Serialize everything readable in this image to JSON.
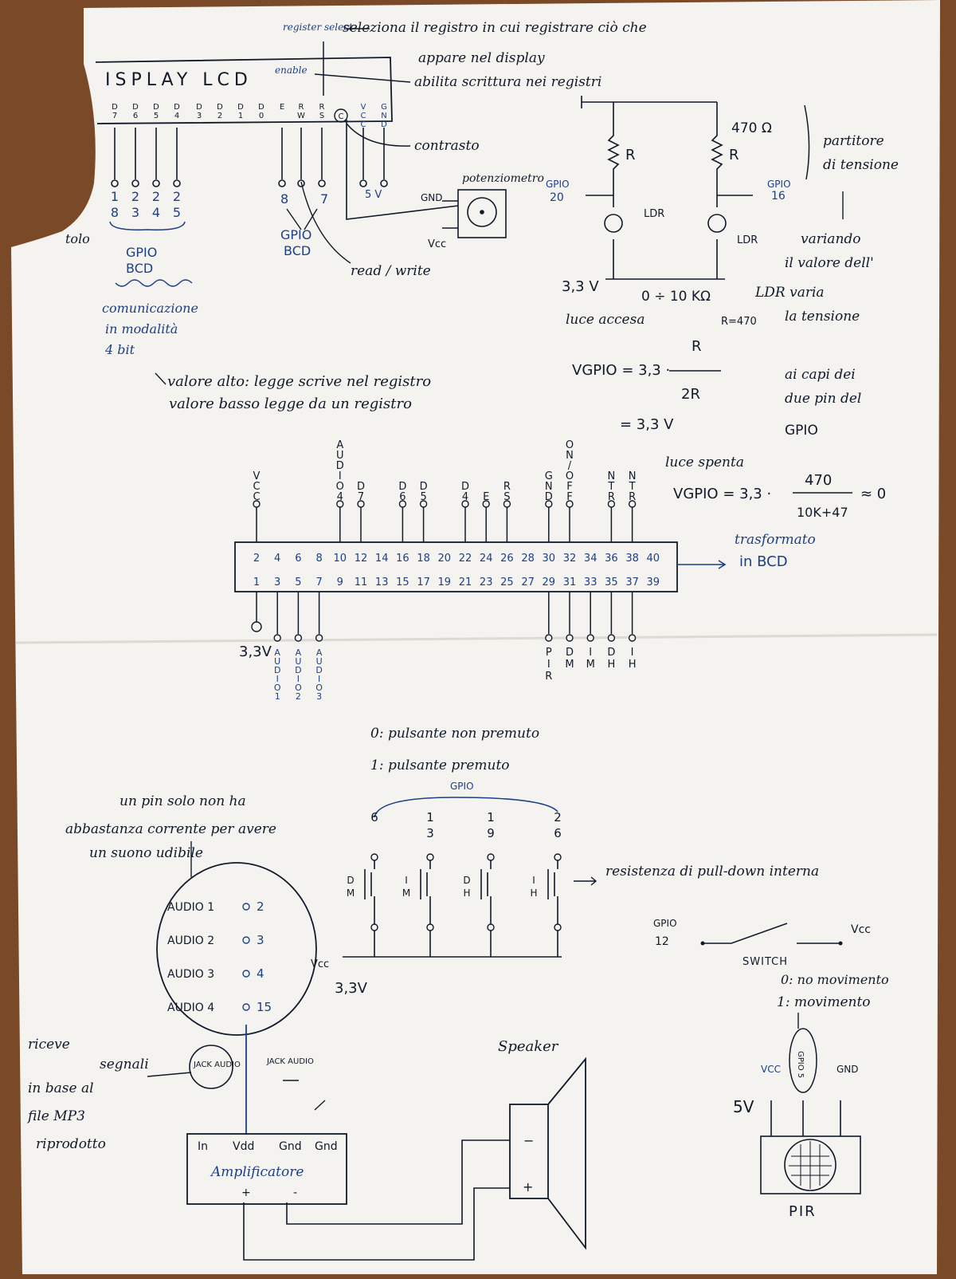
{
  "lcd": {
    "title": "ISPLAY LCD",
    "pins": [
      "D 7",
      "D 6",
      "D 5",
      "D 4",
      "D 3",
      "D 2",
      "D 1",
      "D 0",
      "E",
      "R W",
      "R S",
      "C",
      "V C C",
      "G N D"
    ],
    "register_select": "register select",
    "register_select_note_1": "seleziona il registro in cui registrare ciò che",
    "register_select_note_2": "appare nel display",
    "enable": "enable",
    "enable_note": "abilita scrittura nei registri",
    "contrast": "contrasto",
    "gpio_d": [
      "1 8",
      "2 3",
      "2 4",
      "2 5"
    ],
    "gpio_label_1": "GPIO",
    "gpio_label_2": "BCD",
    "comm_1": "comunicazione",
    "comm_2": "in modalità",
    "comm_3": "4 bit",
    "e_pin": "8",
    "rs_pin": "7",
    "gpio_er_1": "GPIO",
    "gpio_er_2": "BCD",
    "rw_note": "read / write",
    "vcc_5v": "5 V",
    "pot_label": "potenziometro",
    "pot_gnd": "GND",
    "pot_vcc": "Vcc",
    "edge_scrap": "tolo",
    "value_high": "valore alto: legge scrive nel registro",
    "value_low": "valore basso legge da un registro"
  },
  "ldr": {
    "r_label": "R",
    "r_value": "470 Ω",
    "gpio_left_1": "GPIO",
    "gpio_left_2": "20",
    "gpio_right_1": "GPIO",
    "gpio_right_2": "16",
    "ldr_label": "LDR",
    "supply": "3,3 V",
    "range": "0 ÷ 10 KΩ",
    "luce_accesa": "luce accesa",
    "r_eq": "R=470",
    "divider_1": "partitore",
    "divider_2": "di tensione",
    "vary_1": "variando",
    "vary_2": "il valore dell'",
    "vary_3": "LDR varia",
    "vary_4": "la tensione",
    "vary_5": "ai capi dei",
    "vary_6": "due pin del",
    "vary_7": "GPIO",
    "f1_lhs": "VGPIO = 3,3 ·",
    "f1_num": "R",
    "f1_den": "2R",
    "f1_result": "= 3,3 V",
    "luce_spenta": "luce spenta",
    "f2_lhs": "VGPIO = 3,3 ·",
    "f2_num": "470",
    "f2_den": "10K+47",
    "f2_result": "≈ 0"
  },
  "gpio_header": {
    "top_numbers": [
      "2",
      "4",
      "6",
      "8",
      "10",
      "12",
      "14",
      "16",
      "18",
      "20",
      "22",
      "24",
      "26",
      "28",
      "30",
      "32",
      "34",
      "36",
      "38",
      "40"
    ],
    "bottom_numbers": [
      "1",
      "3",
      "5",
      "7",
      "9",
      "11",
      "13",
      "15",
      "17",
      "19",
      "21",
      "23",
      "25",
      "27",
      "29",
      "31",
      "33",
      "35",
      "37",
      "39"
    ],
    "top_labels": [
      {
        "pin": "2",
        "text": "VCC"
      },
      {
        "pin": "10",
        "text": "AUDIO4"
      },
      {
        "pin": "12",
        "text": "D7"
      },
      {
        "pin": "16",
        "text": "D6"
      },
      {
        "pin": "18",
        "text": "D5"
      },
      {
        "pin": "22",
        "text": "D4"
      },
      {
        "pin": "24",
        "text": "E"
      },
      {
        "pin": "26",
        "text": "RS"
      },
      {
        "pin": "30",
        "text": "GND"
      },
      {
        "pin": "32",
        "text": "ON/OFF"
      },
      {
        "pin": "36",
        "text": "NTR"
      },
      {
        "pin": "38",
        "text": "NTR"
      }
    ],
    "bottom_labels": [
      {
        "pin": "3",
        "text": "AUDIO1"
      },
      {
        "pin": "5",
        "text": "AUDIO2"
      },
      {
        "pin": "7",
        "text": "AUDIO3"
      },
      {
        "pin": "29",
        "text": "PIR"
      },
      {
        "pin": "31",
        "text": "DM"
      },
      {
        "pin": "33",
        "text": "IM"
      },
      {
        "pin": "35",
        "text": "DH"
      },
      {
        "pin": "37",
        "text": "IH"
      }
    ],
    "vcc_left": "3,3V",
    "bcd_note_1": "trasformato",
    "bcd_note_2": "in BCD"
  },
  "buttons": {
    "legend_0": "0: pulsante non premuto",
    "legend_1": "1: pulsante premuto",
    "gpio_label": "GPIO",
    "gpio_numbers": [
      "6",
      "13",
      "19",
      "26"
    ],
    "labels": [
      "DM",
      "IM",
      "DH",
      "IH"
    ],
    "vcc": "Vcc",
    "supply": "3,3V",
    "pulldown_note": "resistenza di pull-down interna"
  },
  "switch": {
    "gpio": "GPIO",
    "gpio_num": "12",
    "label": "SWITCH",
    "vcc": "Vcc"
  },
  "audio": {
    "note_1": "un pin solo non ha",
    "note_2": "abbastanza corrente per avere",
    "note_3": "un suono udibile",
    "channels": [
      {
        "name": "AUDIO 1",
        "pin": "2"
      },
      {
        "name": "AUDIO 2",
        "pin": "3"
      },
      {
        "name": "AUDIO 3",
        "pin": "4"
      },
      {
        "name": "AUDIO 4",
        "pin": "15"
      }
    ],
    "jack_1": "JACK AUDIO",
    "jack_2": "JACK AUDIO",
    "receive_1": "riceve",
    "receive_2": "segnali",
    "receive_3": "in base al",
    "receive_4": "file MP3",
    "receive_5": "riprodotto",
    "amp_pins": [
      "In",
      "Vdd",
      "Gnd",
      "Gnd"
    ],
    "amp_name": "Amplificatore",
    "amp_plus": "+",
    "amp_minus": "-",
    "speaker": "Speaker",
    "spk_minus": "−",
    "spk_plus": "+"
  },
  "pir": {
    "legend_0": "0: no movimento",
    "legend_1": "1: movimento",
    "gpio": "GPIO 5",
    "vcc": "VCC",
    "gnd": "GND",
    "supply": "5V",
    "name": "PIR"
  },
  "colors": {
    "paper": "#f4f3ef",
    "ink": "#101a2a",
    "blue_ink": "#1d3f86",
    "table": "#7a4a28"
  }
}
